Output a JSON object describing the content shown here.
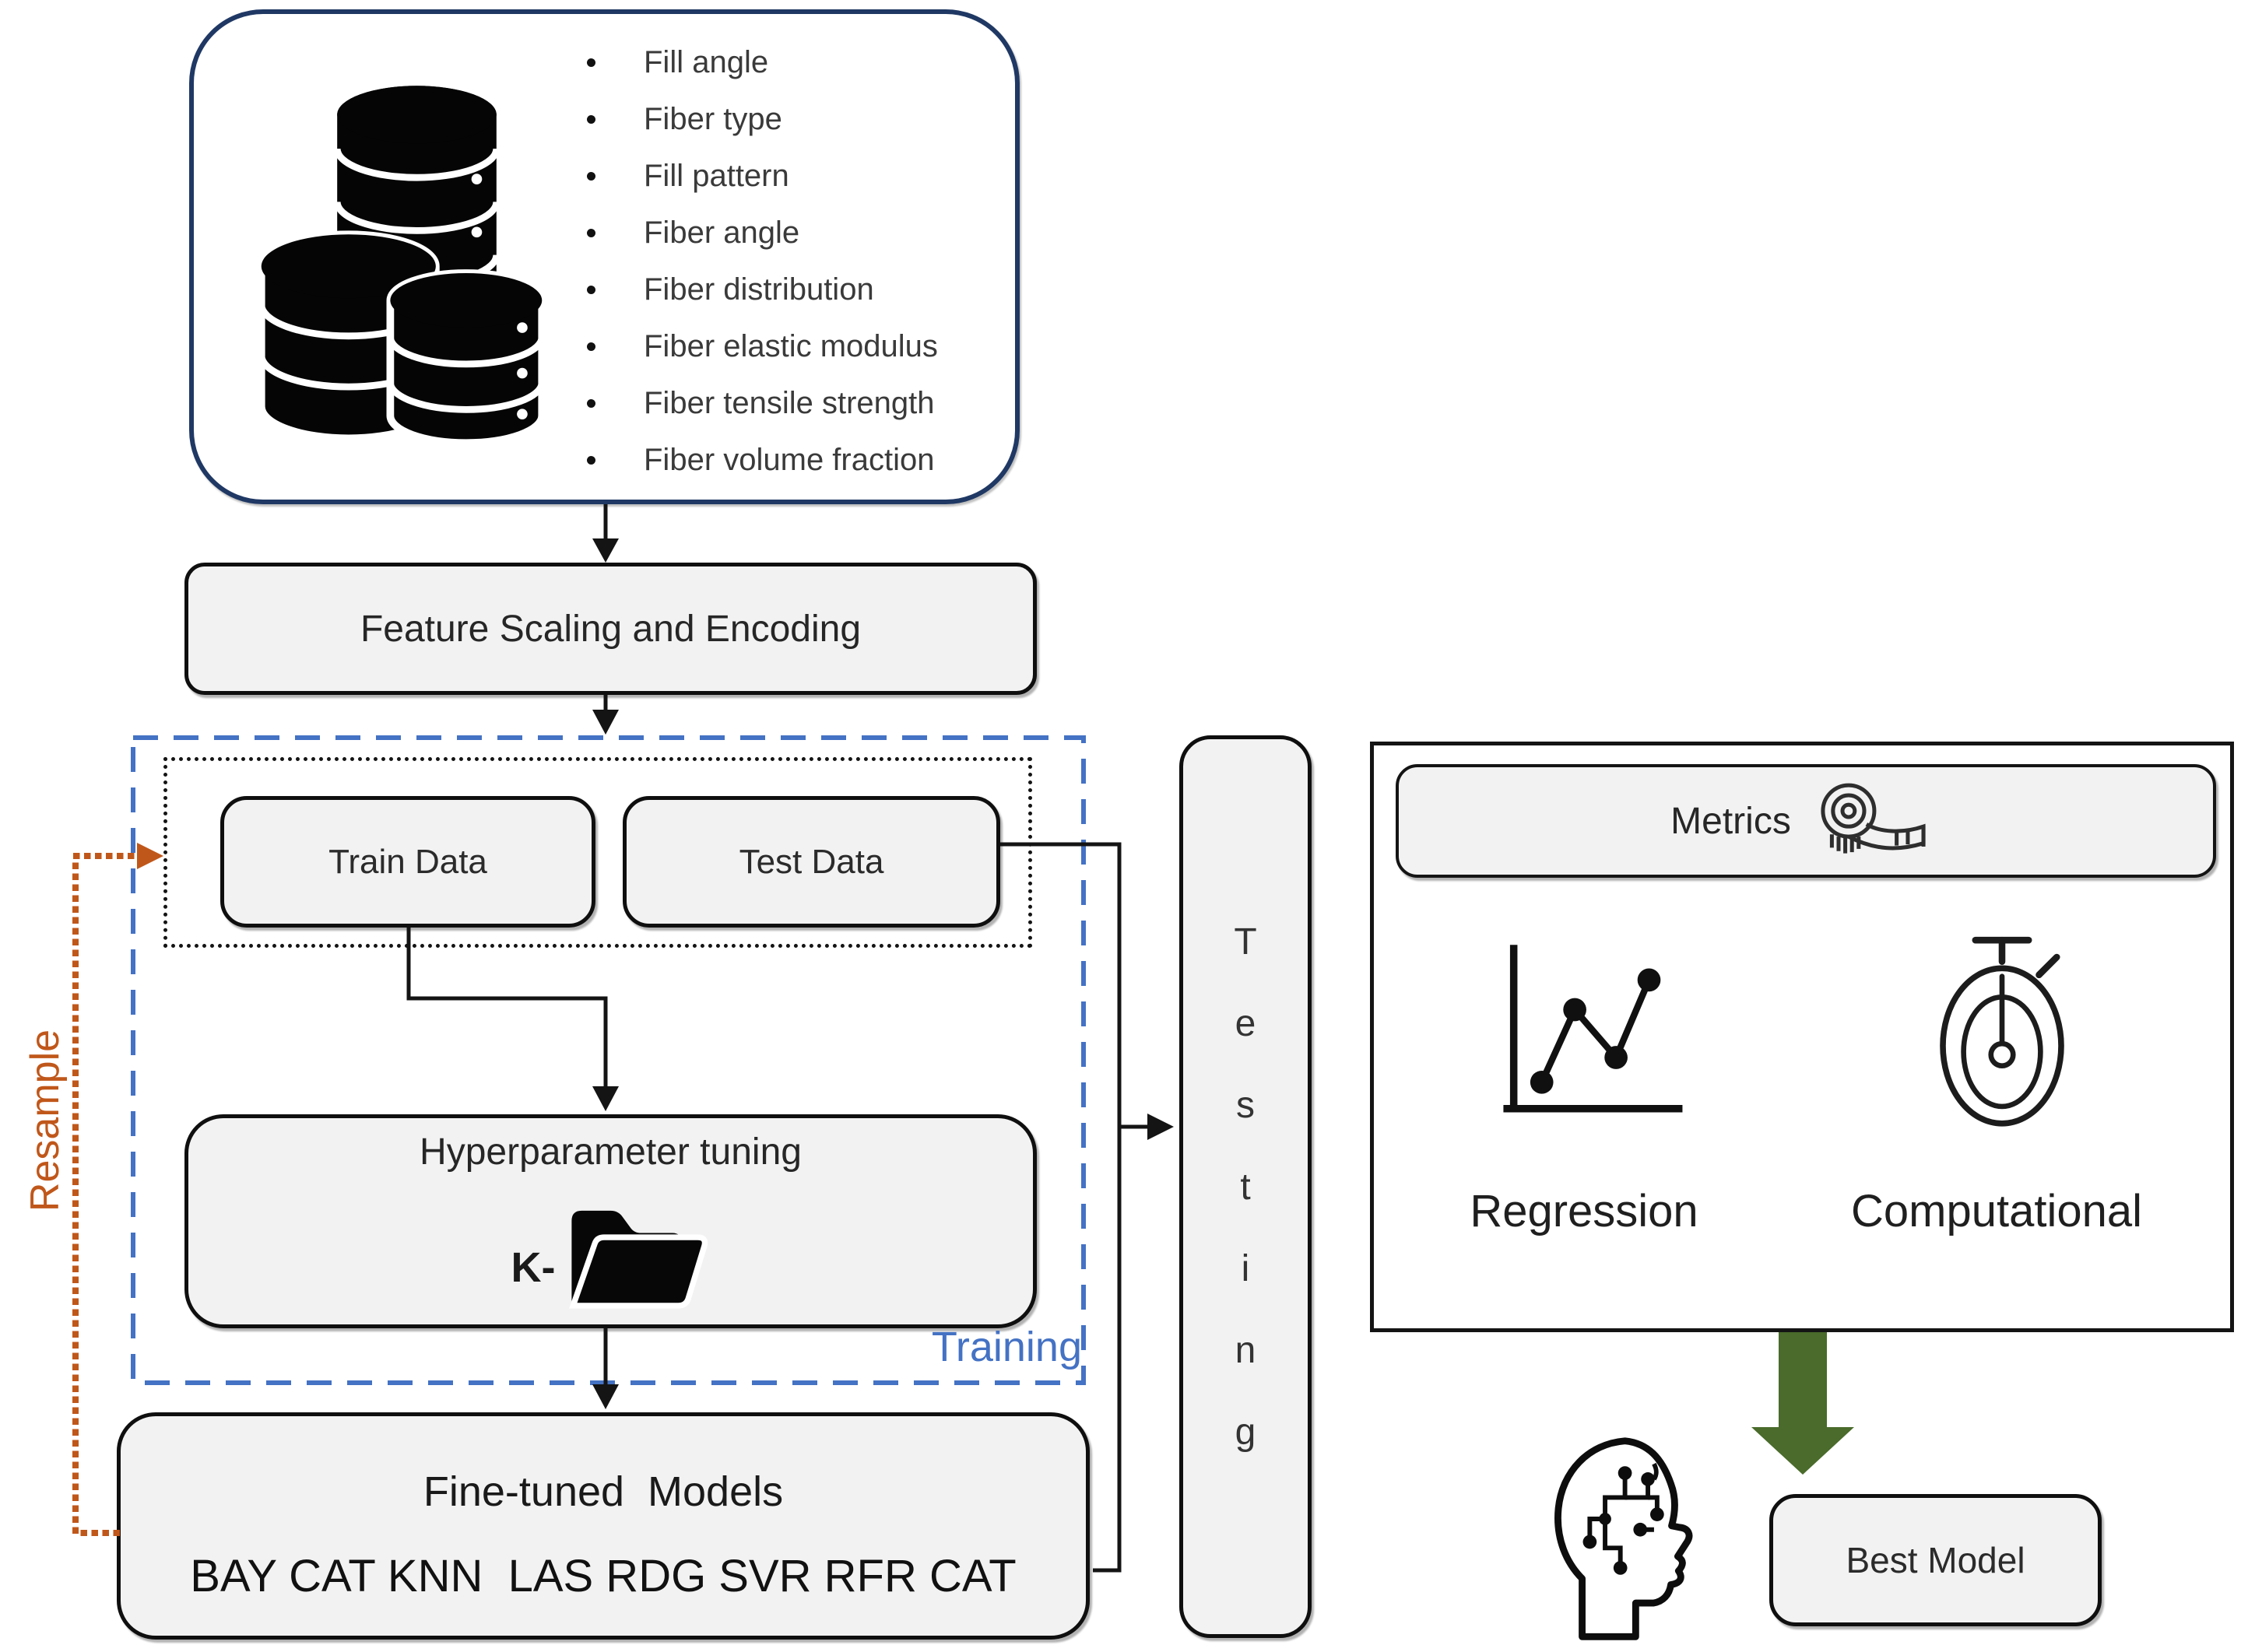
{
  "palette": {
    "navy_border": "#1f3864",
    "training_blue": "#4472c4",
    "resample_orange": "#c0571a",
    "arrow_green": "#4a6b2b",
    "box_fill": "#f2f2f2",
    "line_black": "#141414"
  },
  "dataset": {
    "items": [
      "Fill angle",
      "Fiber type",
      "Fill pattern",
      "Fiber angle",
      "Fiber distribution",
      "Fiber elastic modulus",
      "Fiber tensile strength",
      "Fiber volume fraction"
    ]
  },
  "feature_scaling": {
    "label": "Feature Scaling and Encoding"
  },
  "training": {
    "region_label": "Training",
    "train": "Train Data",
    "test": "Test Data",
    "hyperparameter": "Hyperparameter tuning",
    "kfold_prefix": "K-"
  },
  "resample": {
    "label": "Resample"
  },
  "finetuned": {
    "title": "Fine-tuned  Models",
    "models": "BAY CAT KNN  LAS RDG SVR RFR CAT"
  },
  "testing": {
    "letters": [
      "T",
      "e",
      "s",
      "t",
      "i",
      "n",
      "g"
    ]
  },
  "metrics": {
    "header": "Metrics",
    "regression": "Regression",
    "computational": "Computational"
  },
  "best_model": {
    "label": "Best Model"
  }
}
